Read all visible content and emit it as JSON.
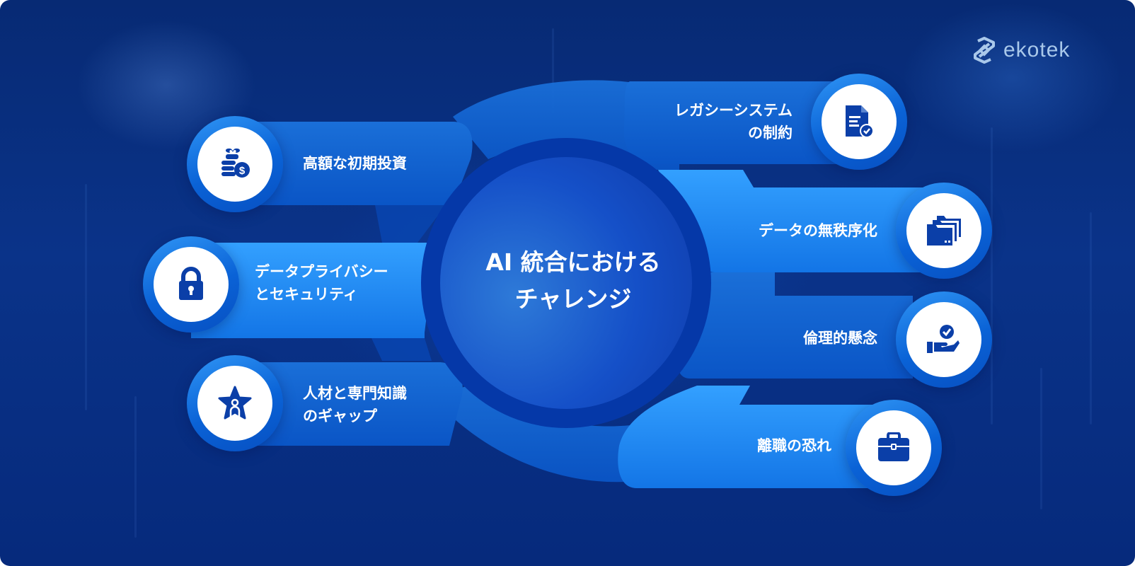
{
  "brand": {
    "logo_text": "ekotek",
    "logo_icon": "ekotek-mark-icon"
  },
  "center": {
    "title_line1": "AI 統合における",
    "title_line2": "チャレンジ"
  },
  "colors": {
    "bg_dark": "#072a74",
    "panel": "#0b5fd0",
    "panel_light": "#2a8ff5",
    "ring_dark": "#0538a8",
    "icon_fill": "#0b3fa8",
    "text": "#ffffff",
    "logo": "#a9c8ea"
  },
  "challenges": [
    {
      "side": "left",
      "icon": "money-coins-icon",
      "line1": "高額な初期投資",
      "line2": ""
    },
    {
      "side": "left",
      "icon": "padlock-icon",
      "line1": "データプライバシー",
      "line2": "とセキュリティ"
    },
    {
      "side": "left",
      "icon": "star-person-icon",
      "line1": "人材と専門知識",
      "line2": "のギャップ"
    },
    {
      "side": "right",
      "icon": "document-check-icon",
      "line1": "レガシーシステム",
      "line2": "の制約"
    },
    {
      "side": "right",
      "icon": "folders-icon",
      "line1": "データの無秩序化",
      "line2": ""
    },
    {
      "side": "right",
      "icon": "hand-check-icon",
      "line1": "倫理的懸念",
      "line2": ""
    },
    {
      "side": "right",
      "icon": "briefcase-icon",
      "line1": "離職の恐れ",
      "line2": ""
    }
  ]
}
